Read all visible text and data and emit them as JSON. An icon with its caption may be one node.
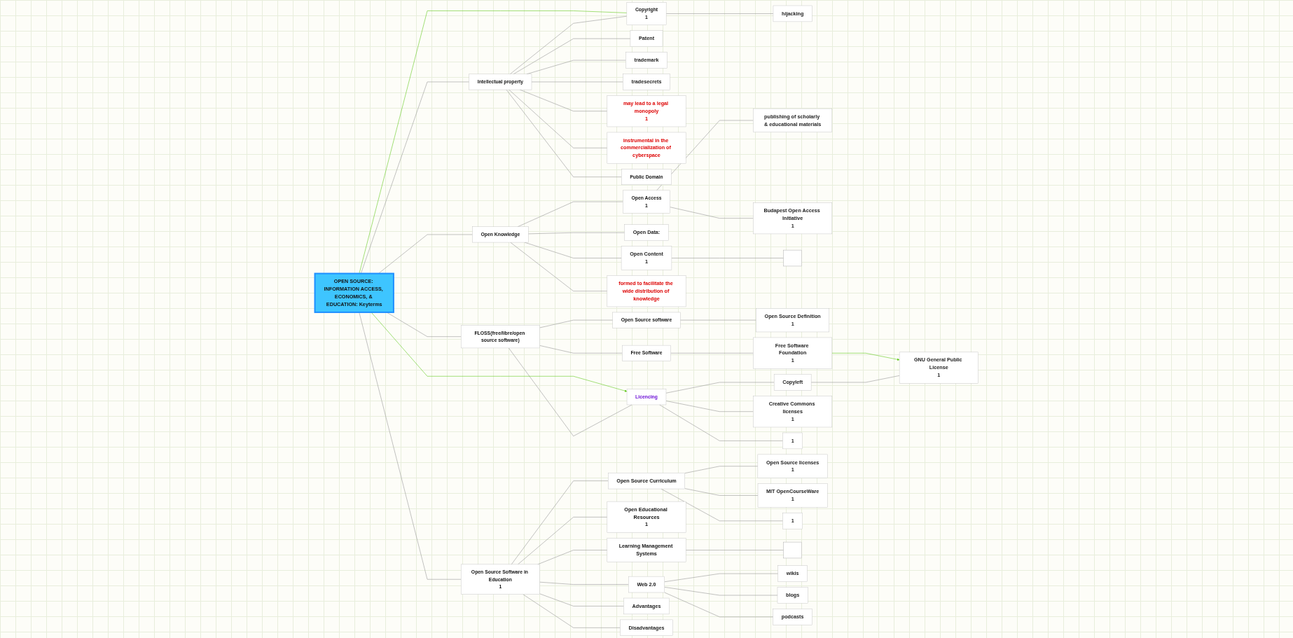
{
  "diagram": {
    "nodes": [
      {
        "text": [
          "OPEN SOURCE: INFORMATION ACCESS, ECONOMICS, & EDUCATION: Keyterms"
        ]
      },
      {
        "text": [
          "Intellectual property"
        ]
      },
      {
        "text": [
          "Copyright",
          "1"
        ]
      },
      {
        "text": [
          "hijacking"
        ]
      },
      {
        "text": [
          "Patent"
        ]
      },
      {
        "text": [
          "trademark"
        ]
      },
      {
        "text": [
          "tradesecrets"
        ]
      },
      {
        "text": [
          "may lead to a legal monopoly",
          "1"
        ]
      },
      {
        "text": [
          "instrumental in the commercialization of cyberspace"
        ]
      },
      {
        "text": [
          "Public Domain"
        ]
      },
      {
        "text": [
          "Open Knowledge"
        ]
      },
      {
        "text": [
          "Open Access",
          "1"
        ]
      },
      {
        "text": [
          "publishing of scholarly & educational materials"
        ]
      },
      {
        "text": [
          "Budapest Open Access Initiative",
          "1"
        ]
      },
      {
        "text": [
          "Open Data:"
        ]
      },
      {
        "text": [
          "Open Content",
          "1"
        ]
      },
      {
        "text": [],
        "shape": "box"
      },
      {
        "text": [
          "formed to facilitate the wide distribution of knowledge"
        ]
      },
      {
        "text": [
          "FLOSS(free/libre/open source software)"
        ]
      },
      {
        "text": [
          "Open Source software"
        ]
      },
      {
        "text": [
          "Open Source Definition",
          "1"
        ]
      },
      {
        "text": [
          "Free Software"
        ]
      },
      {
        "text": [
          "Free Software Foundation",
          "1"
        ]
      },
      {
        "text": [
          "Licencing"
        ]
      },
      {
        "text": [
          "Copyleft"
        ]
      },
      {
        "text": [
          "GNU General Public License",
          "1"
        ]
      },
      {
        "text": [
          "Creative Commons licenses",
          "1"
        ]
      },
      {
        "text": [
          "1"
        ]
      },
      {
        "text": [
          "Open Source Software in Education",
          "1"
        ]
      },
      {
        "text": [
          "Open Source Curriculum"
        ]
      },
      {
        "text": [
          "Open Source licenses",
          "1"
        ]
      },
      {
        "text": [
          "MIT OpenCourseWare",
          "1"
        ]
      },
      {
        "text": [
          "1"
        ]
      },
      {
        "text": [
          "Open Educational Resources",
          "1"
        ]
      },
      {
        "text": [
          "Learning Management Systems"
        ]
      },
      {
        "text": [],
        "shape": "box"
      },
      {
        "text": [
          "Web 2.0"
        ]
      },
      {
        "text": [
          "wikis"
        ]
      },
      {
        "text": [
          "blogs"
        ]
      },
      {
        "text": [
          "podcasts"
        ]
      },
      {
        "text": [
          "Advantages"
        ]
      },
      {
        "text": [
          "Disadvantages"
        ]
      }
    ],
    "edges": [
      {
        "from": 0,
        "to": 1,
        "arrow": "none"
      },
      {
        "from": 1,
        "to": 2,
        "arrow": "none"
      },
      {
        "from": 2,
        "to": 3,
        "arrow": "none"
      },
      {
        "from": 1,
        "to": 4,
        "arrow": "none"
      },
      {
        "from": 1,
        "to": 5,
        "arrow": "none"
      },
      {
        "from": 1,
        "to": 6,
        "arrow": "none"
      },
      {
        "from": 1,
        "to": 7,
        "arrow": "none"
      },
      {
        "from": 1,
        "to": 8,
        "arrow": "none"
      },
      {
        "from": 1,
        "to": 9,
        "arrow": "none"
      },
      {
        "from": 0,
        "to": 10,
        "arrow": "none"
      },
      {
        "from": 10,
        "to": 11,
        "arrow": "none"
      },
      {
        "from": 11,
        "to": 12,
        "arrow": "none"
      },
      {
        "from": 11,
        "to": 13,
        "arrow": "none"
      },
      {
        "from": 10,
        "to": 14,
        "arrow": "none"
      },
      {
        "from": 10,
        "to": 15,
        "arrow": "none"
      },
      {
        "from": 15,
        "to": 16,
        "arrow": "none"
      },
      {
        "from": 10,
        "to": 17,
        "arrow": "none"
      },
      {
        "from": 0,
        "to": 18,
        "arrow": "none"
      },
      {
        "from": 18,
        "to": 19,
        "arrow": "none"
      },
      {
        "from": 19,
        "to": 20,
        "arrow": "none"
      },
      {
        "from": 18,
        "to": 21,
        "arrow": "none"
      },
      {
        "from": 21,
        "to": 22,
        "arrow": "none"
      },
      {
        "from": 18,
        "to": 23,
        "arrow": "none"
      },
      {
        "from": 23,
        "to": 24,
        "arrow": "none"
      },
      {
        "from": 24,
        "to": 25,
        "arrow": "none"
      },
      {
        "from": 23,
        "to": 26,
        "arrow": "none"
      },
      {
        "from": 23,
        "to": 27,
        "arrow": "none"
      },
      {
        "from": 0,
        "to": 28,
        "arrow": "none"
      },
      {
        "from": 28,
        "to": 29,
        "arrow": "none"
      },
      {
        "from": 29,
        "to": 30,
        "arrow": "none"
      },
      {
        "from": 29,
        "to": 31,
        "arrow": "none"
      },
      {
        "from": 29,
        "to": 32,
        "arrow": "none"
      },
      {
        "from": 28,
        "to": 33,
        "arrow": "none"
      },
      {
        "from": 28,
        "to": 34,
        "arrow": "none"
      },
      {
        "from": 34,
        "to": 35,
        "arrow": "none"
      },
      {
        "from": 28,
        "to": 36,
        "arrow": "none"
      },
      {
        "from": 36,
        "to": 37,
        "arrow": "none"
      },
      {
        "from": 36,
        "to": 38,
        "arrow": "none"
      },
      {
        "from": 36,
        "to": 39,
        "arrow": "none"
      },
      {
        "from": 28,
        "to": 40,
        "arrow": "none"
      },
      {
        "from": 28,
        "to": 41,
        "arrow": "none"
      },
      {
        "from": 2,
        "to": 0,
        "arrow": "none",
        "color": "#66cc22"
      },
      {
        "from": 0,
        "to": 23,
        "arrow": "to",
        "color": "#66cc22"
      },
      {
        "from": 22,
        "to": 25,
        "arrow": "to",
        "color": "#66cc22"
      }
    ]
  }
}
